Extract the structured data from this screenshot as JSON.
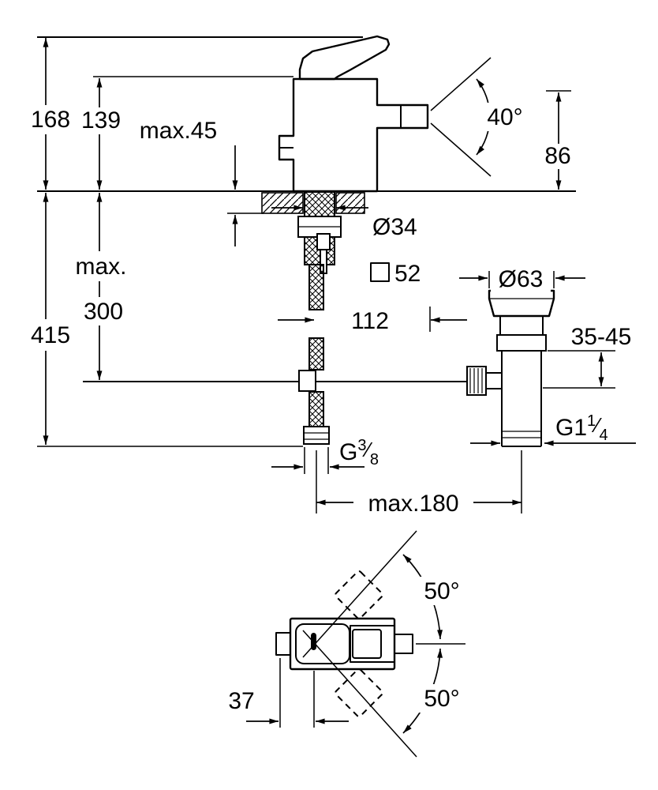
{
  "labels": {
    "h168": "168",
    "h139": "139",
    "deck45": "max.45",
    "angle40": "40°",
    "h86": "86",
    "dia34": "Ø34",
    "max_word": "max.",
    "h300": "300",
    "h415": "415",
    "sq52": "52",
    "dia63": "Ø63",
    "reach112": "112",
    "clamp3545": "35-45",
    "g114_base": "G1",
    "g114_num": "1",
    "g114_slash": "⁄",
    "g114_den": "4",
    "g38_base": "G",
    "g38_num": "3",
    "g38_slash": "⁄",
    "g38_den": "8",
    "max180": "max.180",
    "angle50_up": "50°",
    "angle50_down": "50°",
    "w37": "37"
  }
}
